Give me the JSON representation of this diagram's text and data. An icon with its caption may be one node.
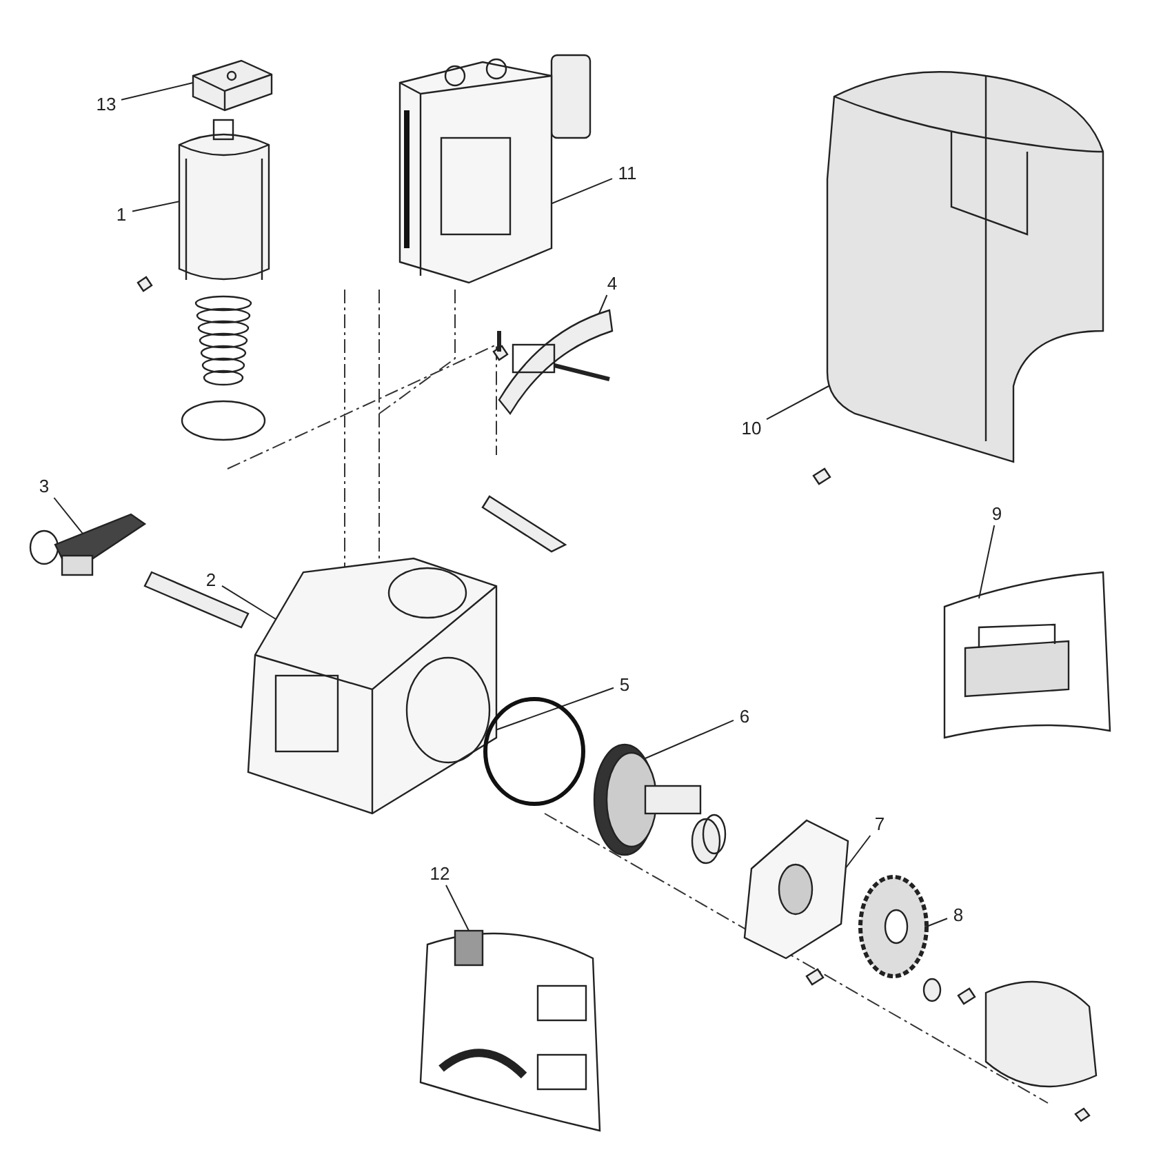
{
  "diagram": {
    "nodes": [
      {
        "text": [
          "13"
        ]
      },
      {
        "text": [],
        "shape": "picture"
      },
      {
        "text": [
          "1"
        ]
      },
      {
        "text": [],
        "shape": "picture"
      },
      {
        "text": [
          "11"
        ]
      },
      {
        "text": [],
        "shape": "picture"
      },
      {
        "text": [
          "4"
        ]
      },
      {
        "text": [],
        "shape": "picture"
      },
      {
        "text": [
          "10"
        ]
      },
      {
        "text": [],
        "shape": "picture"
      },
      {
        "text": [
          "3"
        ]
      },
      {
        "text": [],
        "shape": "picture"
      },
      {
        "text": [
          "9"
        ]
      },
      {
        "text": [],
        "shape": "picture"
      },
      {
        "text": [
          "2"
        ]
      },
      {
        "text": [],
        "shape": "picture"
      },
      {
        "text": [
          "5"
        ]
      },
      {
        "text": [],
        "shape": "circle"
      },
      {
        "text": [
          "6"
        ]
      },
      {
        "text": [],
        "shape": "picture"
      },
      {
        "text": [
          "7"
        ]
      },
      {
        "text": [],
        "shape": "picture"
      },
      {
        "text": [
          "12"
        ]
      },
      {
        "text": [],
        "shape": "picture"
      },
      {
        "text": [
          "8"
        ]
      },
      {
        "text": [],
        "shape": "picture"
      }
    ],
    "edges": [
      {
        "from": 0,
        "to": 1,
        "arrow": "none"
      },
      {
        "from": 2,
        "to": 3,
        "arrow": "none"
      },
      {
        "from": 4,
        "to": 5,
        "arrow": "none"
      },
      {
        "from": 6,
        "to": 7,
        "arrow": "none"
      },
      {
        "from": 8,
        "to": 9,
        "arrow": "none"
      },
      {
        "from": 10,
        "to": 11,
        "arrow": "none"
      },
      {
        "from": 12,
        "to": 13,
        "arrow": "none"
      },
      {
        "from": 14,
        "to": 15,
        "arrow": "none"
      },
      {
        "from": 16,
        "to": 17,
        "arrow": "none"
      },
      {
        "from": 18,
        "to": 19,
        "arrow": "none"
      },
      {
        "from": 20,
        "to": 21,
        "arrow": "none"
      },
      {
        "from": 22,
        "to": 23,
        "arrow": "none"
      },
      {
        "from": 24,
        "to": 25,
        "arrow": "none"
      }
    ]
  }
}
